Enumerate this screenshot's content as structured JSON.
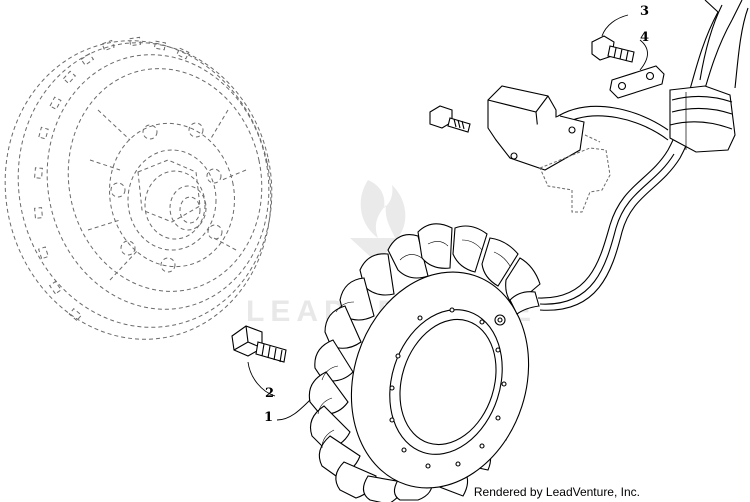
{
  "callouts": {
    "c1": "1",
    "c2": "2",
    "c3": "3",
    "c4": "4"
  },
  "footer": {
    "credit": "Rendered by LeadVenture, Inc."
  },
  "watermark": {
    "text": "LEADVENTURE"
  },
  "colors": {
    "line": "#000000",
    "dashed": "#6a6a6a",
    "watermark": "#e6e6e6"
  }
}
